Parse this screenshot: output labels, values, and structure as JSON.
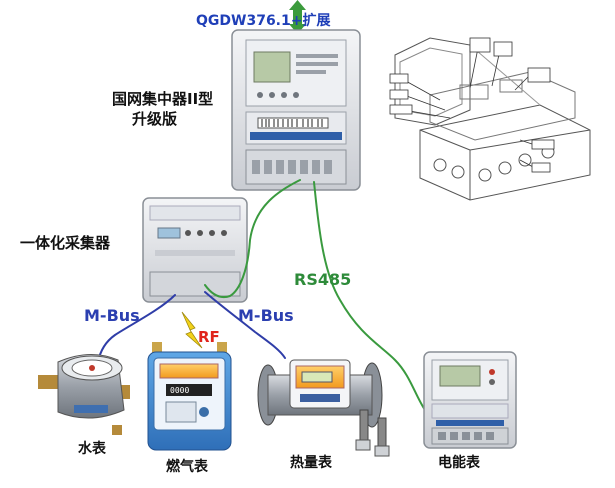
{
  "labels": {
    "protocol": "QGDW376.1+扩展",
    "concentrator_line1": "国网集中器II型",
    "concentrator_line2": "升级版",
    "collector": "一体化采集器",
    "rs485": "RS485",
    "mbus_left": "M-Bus",
    "mbus_right": "M-Bus",
    "rf": "RF",
    "water_meter": "水表",
    "gas_meter": "燃气表",
    "heat_meter": "热量表",
    "electric_meter": "电能表"
  },
  "colors": {
    "protocol_text": "#1f3fb8",
    "rs485_text": "#2e8b3a",
    "mbus_text": "#2b3fb0",
    "rf_text": "#e0241b",
    "black_text": "#111111",
    "green_wire": "#3a9a3f",
    "blue_wire": "#2f3da8",
    "lightning": "#f2d21a"
  }
}
